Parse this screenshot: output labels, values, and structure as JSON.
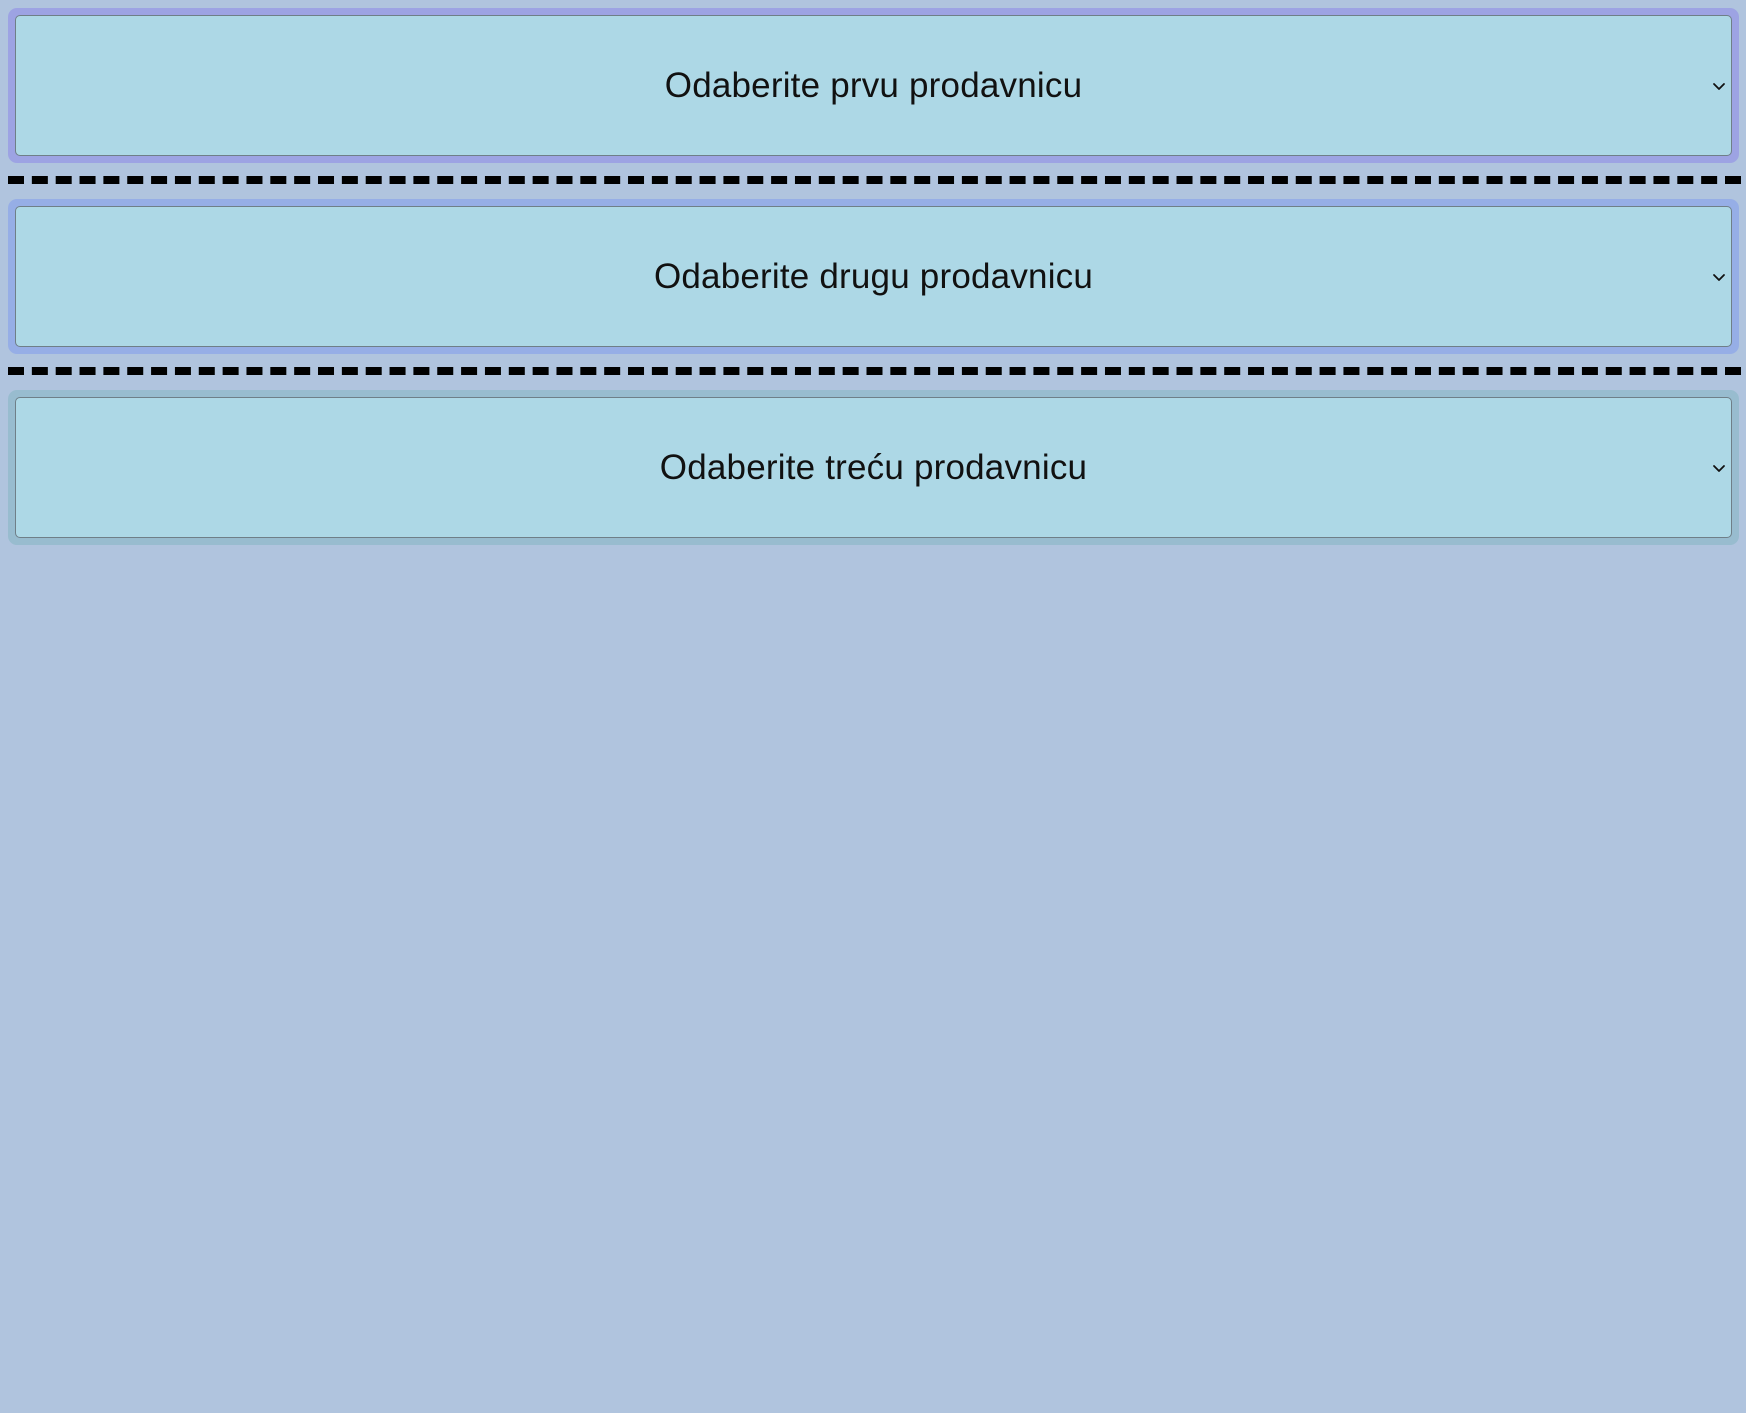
{
  "selects": [
    {
      "label": "Odaberite prvu prodavnicu"
    },
    {
      "label": "Odaberite drugu prodavnicu"
    },
    {
      "label": "Odaberite treću prodavnicu"
    }
  ],
  "colors": {
    "page_background": "#b0c4de",
    "select_background": "#add8e6",
    "frame_1": "#9da3e3",
    "frame_2": "#96aee6",
    "frame_3": "#98bccf",
    "divider": "#000000"
  },
  "icons": {
    "dropdown": "chevron-down-icon"
  }
}
